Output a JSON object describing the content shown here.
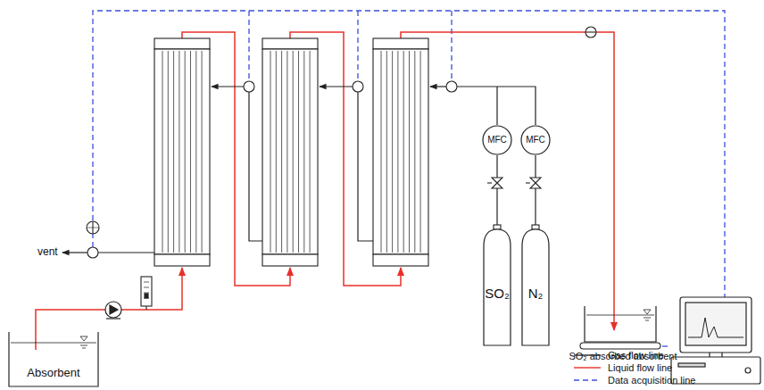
{
  "diagram": {
    "nodes": [
      {
        "text": [
          "MFC"
        ]
      },
      {
        "text": [
          "MFC"
        ]
      },
      {
        "text": [
          "SO₂"
        ]
      },
      {
        "text": [
          "N₂"
        ]
      },
      {
        "text": [
          "SO₂ absorbed absorbent"
        ]
      },
      {
        "text": [
          "Absorbent"
        ]
      }
    ],
    "edges": [
      {
        "from": 2,
        "to": 0,
        "arrow": "none"
      },
      {
        "from": 3,
        "to": 1,
        "arrow": "none"
      }
    ],
    "labels": [
      "vent"
    ],
    "legend": [
      {
        "text": "Gas flow line"
      },
      {
        "text": "Liquid flow line"
      },
      {
        "text": "Data acquisition line"
      }
    ]
  }
}
